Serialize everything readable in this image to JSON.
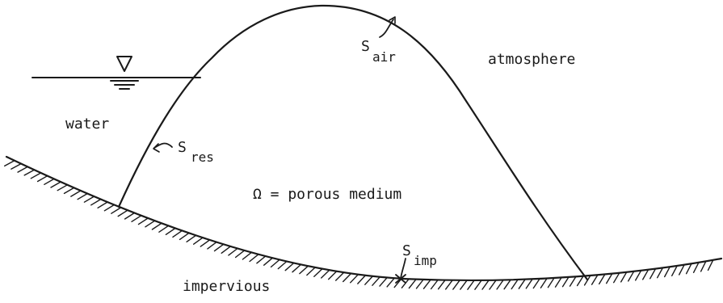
{
  "labels": {
    "water": "water",
    "atmosphere": "atmosphere",
    "medium": "Ω = porous medium",
    "impervious": "impervious"
  },
  "boundaries": {
    "air": {
      "symbol": "S",
      "subscript": "air"
    },
    "res": {
      "symbol": "S",
      "subscript": "res"
    },
    "imp": {
      "symbol": "S",
      "subscript": "imp"
    }
  }
}
